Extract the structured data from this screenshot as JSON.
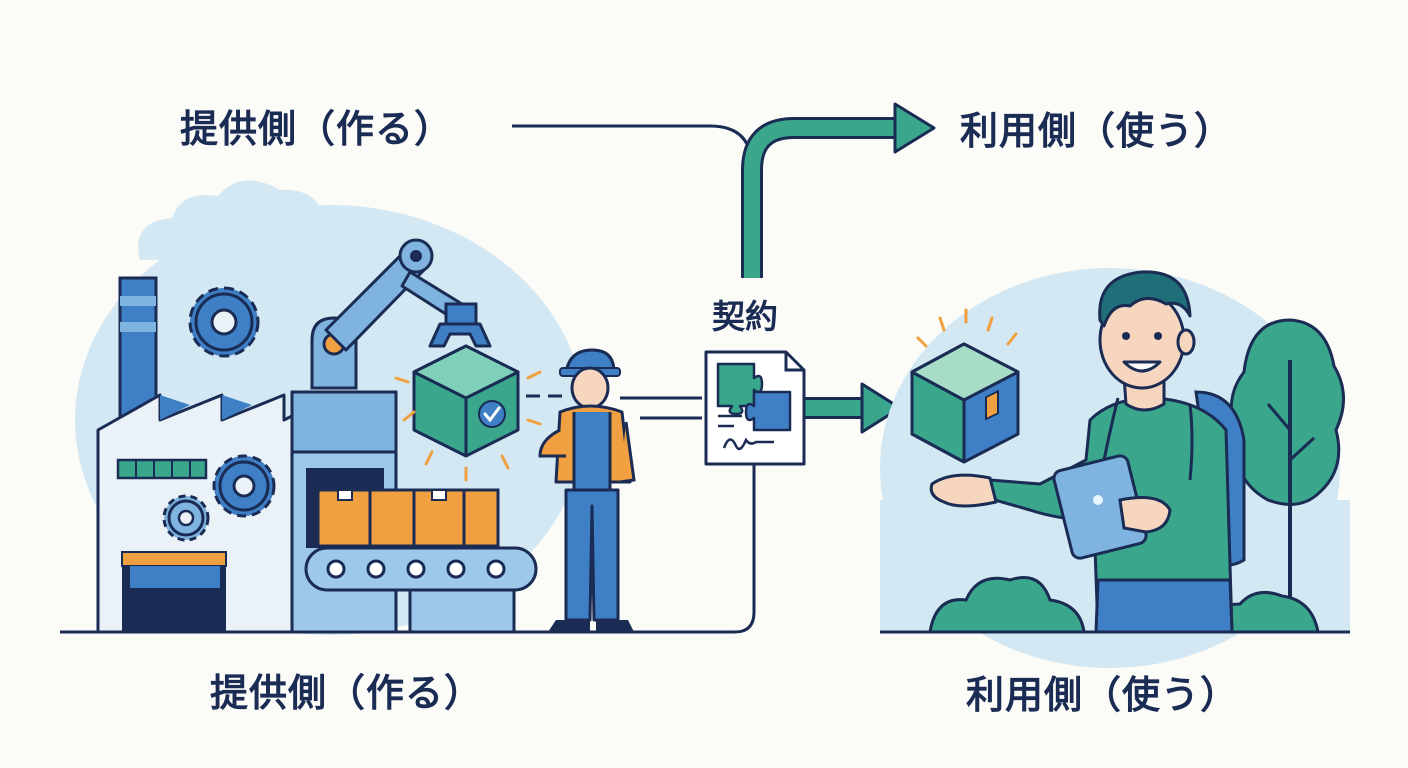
{
  "labels": {
    "provider_top": "提供側（作る）",
    "consumer_top": "利用側（使う）",
    "contract": "契約",
    "provider_bottom": "提供側（作る）",
    "consumer_bottom": "利用側（使う）"
  },
  "colors": {
    "navy": "#1a2b54",
    "teal": "#3aa68c",
    "blue": "#3f7fc6",
    "light_blue": "#d3e8f2",
    "orange": "#f0a040",
    "background": "#fbfbf8"
  }
}
